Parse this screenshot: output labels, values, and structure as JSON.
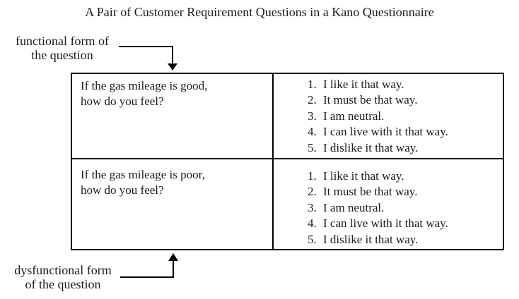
{
  "title": "A Pair of Customer Requirement Questions in a Kano Questionnaire",
  "labels": {
    "functional": {
      "line1": "functional form of",
      "line2": "the question"
    },
    "dysfunctional": {
      "line1": "dysfunctional form",
      "line2": "of the question"
    }
  },
  "table": {
    "rows": [
      {
        "question_line1": "If the gas mileage is good,",
        "question_line2": "how do you feel?",
        "options": [
          {
            "num": "1.",
            "text": "I like it that way."
          },
          {
            "num": "2.",
            "text": "It must be that way."
          },
          {
            "num": "3.",
            "text": "I am neutral."
          },
          {
            "num": "4.",
            "text": "I can live with it that way."
          },
          {
            "num": "5.",
            "text": "I dislike it that way."
          }
        ]
      },
      {
        "question_line1": "If the gas mileage is poor,",
        "question_line2": "how do you feel?",
        "options": [
          {
            "num": "1.",
            "text": "I like it that way."
          },
          {
            "num": "2.",
            "text": "It must be that way."
          },
          {
            "num": "3.",
            "text": "I am neutral."
          },
          {
            "num": "4.",
            "text": "I can live with it that way."
          },
          {
            "num": "5.",
            "text": "I dislike it that way."
          }
        ]
      }
    ]
  },
  "colors": {
    "text": "#1b1b1b",
    "border": "#000000",
    "background": "#ffffff"
  }
}
